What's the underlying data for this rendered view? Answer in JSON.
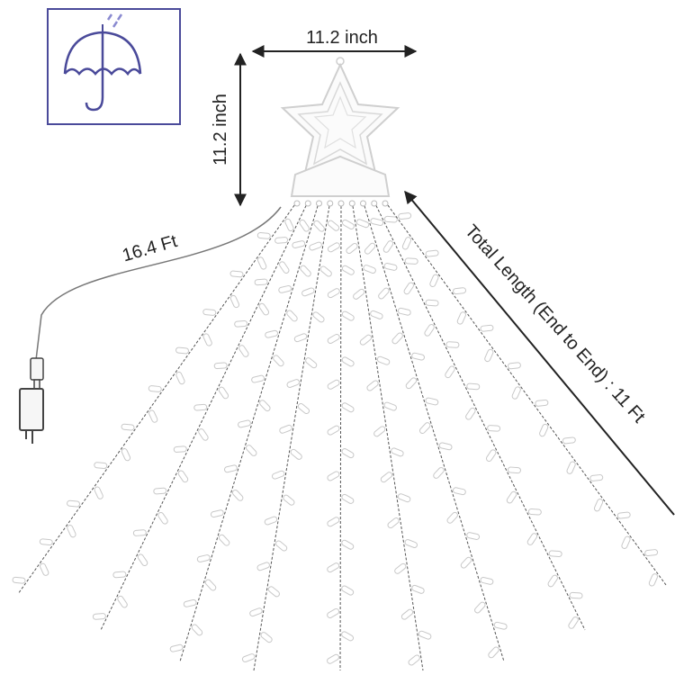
{
  "dimensions": {
    "width_label": "11.2 inch",
    "height_label": "11.2 inch",
    "cable_label": "16.4 Ft",
    "total_length_label": "Total Length (End to End) : 11 Ft"
  },
  "icons": {
    "badge": "umbrella-rain-icon",
    "badge_color": "#4a4a9a"
  },
  "product": {
    "strand_count": 9,
    "colors": {
      "line": "#222222",
      "bulb_outline": "#c8c8c8",
      "wire": "#555555"
    }
  }
}
